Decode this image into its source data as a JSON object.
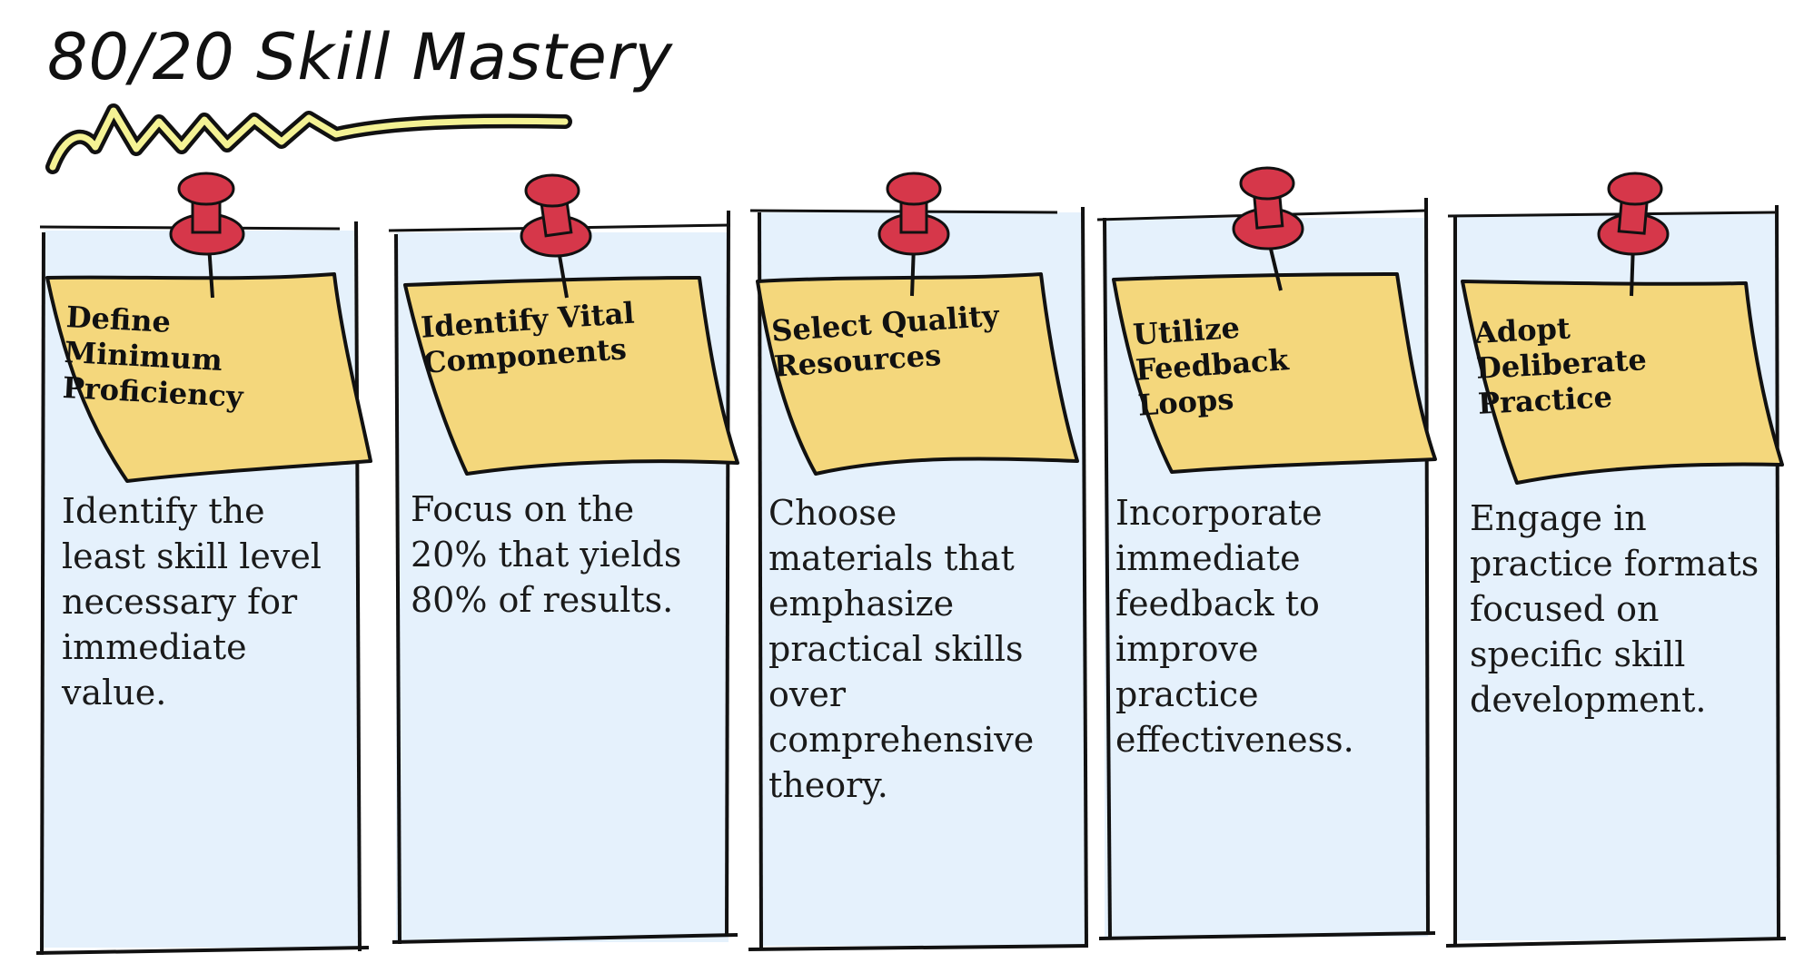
{
  "title": "80/20 Skill Mastery",
  "colors": {
    "panel": "#e5f1fc",
    "note": "#f4d77c",
    "pin": "#d6374a",
    "ink": "#111111",
    "squiggle": "#f4f294"
  },
  "steps": [
    {
      "heading_lines": [
        "Define",
        "Minimum",
        "Proficiency"
      ],
      "body_lines": [
        "Identify the",
        "least skill level",
        "necessary for",
        "immediate",
        "value."
      ]
    },
    {
      "heading_lines": [
        "Identify Vital",
        "Components"
      ],
      "body_lines": [
        "Focus on the",
        "20% that yields",
        "80% of results."
      ]
    },
    {
      "heading_lines": [
        "Select Quality",
        "Resources"
      ],
      "body_lines": [
        "Choose",
        "materials that",
        "emphasize",
        "practical skills",
        "over",
        "comprehensive",
        "theory."
      ]
    },
    {
      "heading_lines": [
        "Utilize",
        "Feedback",
        "Loops"
      ],
      "body_lines": [
        "Incorporate",
        "immediate",
        "feedback to",
        "improve",
        "practice",
        "effectiveness."
      ]
    },
    {
      "heading_lines": [
        "Adopt",
        "Deliberate",
        "Practice"
      ],
      "body_lines": [
        "Engage in",
        "practice formats",
        "focused on",
        "specific skill",
        "development."
      ]
    }
  ]
}
